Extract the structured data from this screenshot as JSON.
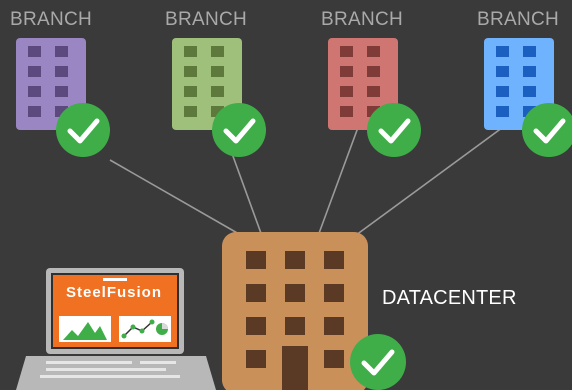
{
  "branches": [
    {
      "label": "BRANCH",
      "color": "#9b86c4",
      "window": "#5c4a7e",
      "status": "check-icon"
    },
    {
      "label": "BRANCH",
      "color": "#9fc07a",
      "window": "#5d7a3c",
      "status": "check-icon"
    },
    {
      "label": "BRANCH",
      "color": "#cf7672",
      "window": "#7f3b38",
      "status": "check-icon"
    },
    {
      "label": "BRANCH",
      "color": "#6fb3ff",
      "window": "#1b5fc0",
      "status": "check-icon"
    }
  ],
  "datacenter": {
    "label": "DATACENTER",
    "color": "#c9905a",
    "window": "#5a3a24",
    "status": "check-icon"
  },
  "laptop": {
    "product_name": "SteelFusion",
    "screen_color": "#f07122"
  },
  "colors": {
    "background": "#3a3a3a",
    "check": "#3fae49",
    "connector": "#9a9a9a"
  }
}
